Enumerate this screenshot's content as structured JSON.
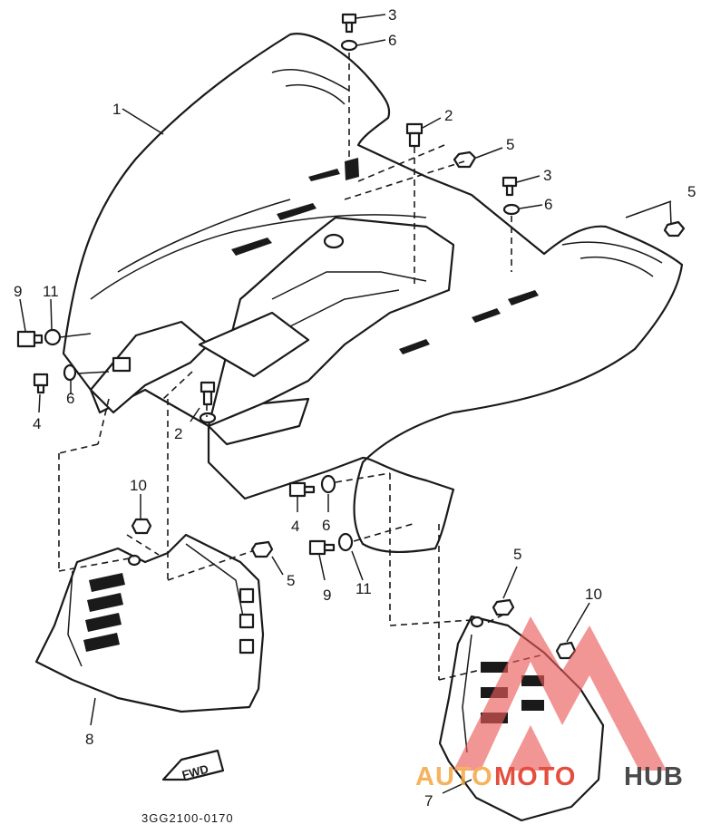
{
  "diagram": {
    "callouts": [
      {
        "id": "c3a",
        "text": "3"
      },
      {
        "id": "c6a",
        "text": "6"
      },
      {
        "id": "c1",
        "text": "1"
      },
      {
        "id": "c2a",
        "text": "2"
      },
      {
        "id": "c5a",
        "text": "5"
      },
      {
        "id": "c3b",
        "text": "3"
      },
      {
        "id": "c6b",
        "text": "6"
      },
      {
        "id": "c5b",
        "text": "5"
      },
      {
        "id": "c9a",
        "text": "9"
      },
      {
        "id": "c11a",
        "text": "11"
      },
      {
        "id": "c4a",
        "text": "4"
      },
      {
        "id": "c6c",
        "text": "6"
      },
      {
        "id": "c2b",
        "text": "2"
      },
      {
        "id": "c10a",
        "text": "10"
      },
      {
        "id": "c5c",
        "text": "5"
      },
      {
        "id": "c4b",
        "text": "4"
      },
      {
        "id": "c6d",
        "text": "6"
      },
      {
        "id": "c9b",
        "text": "9"
      },
      {
        "id": "c11b",
        "text": "11"
      },
      {
        "id": "c5d",
        "text": "5"
      },
      {
        "id": "c10b",
        "text": "10"
      },
      {
        "id": "c8",
        "text": "8"
      },
      {
        "id": "c7",
        "text": "7"
      }
    ],
    "fwd_label": "FWD",
    "drawing_code": "3GG2100-0170"
  },
  "watermark": {
    "part1": "AUTO",
    "part2": "MOTO",
    "part3": "HUB",
    "color_orange": "#f4a640",
    "color_red": "#e0301e",
    "color_dark": "#2b2b2b",
    "color_logo": "#ea5a5a"
  }
}
